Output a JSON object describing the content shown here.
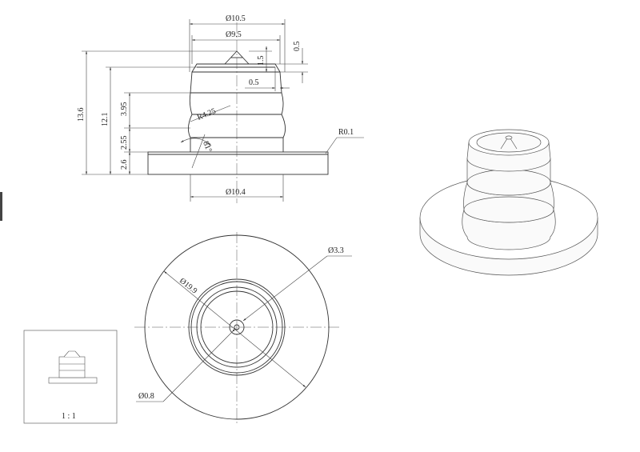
{
  "dimensions": {
    "top_dia_outer": "Ø10.5",
    "top_dia_inner": "Ø9.5",
    "chamfer_h1": "1.5",
    "chamfer_h2": "0.5",
    "step_w": "0.5",
    "total_height": "13.6",
    "body_height": "12.1",
    "groove_h": "3.95",
    "groove_h2": "2.55",
    "flange_h": "2.6",
    "radius": "R4.25",
    "angle": "81°",
    "edge_radius": "R0.1",
    "base_dia": "Ø10.4",
    "outer_dia": "Ø19.9",
    "bore_dia": "Ø3.3",
    "hole_dia": "Ø0.8"
  },
  "thumbnail": {
    "scale": "1 : 1"
  }
}
